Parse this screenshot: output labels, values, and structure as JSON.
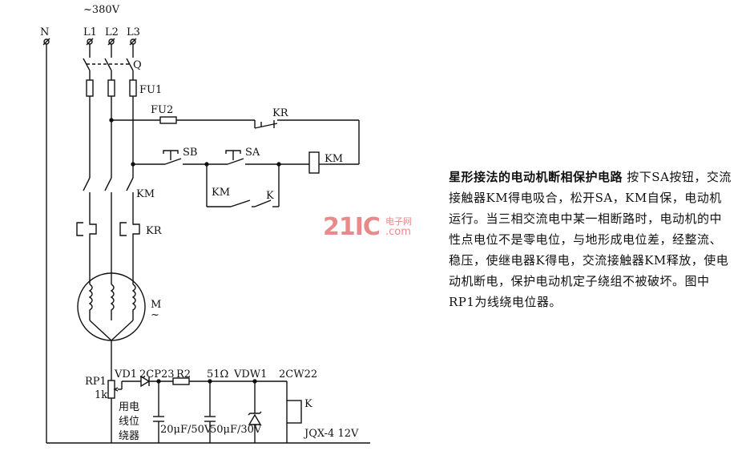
{
  "supply": {
    "voltage": "~380V",
    "n": "N",
    "l1": "L1",
    "l2": "L2",
    "l3": "L3"
  },
  "components": {
    "switch_q": "Q",
    "fuse1": "FU1",
    "fuse2": "FU2",
    "relay_kr_contact": "KR",
    "button_sb": "SB",
    "button_sa": "SA",
    "coil_km": "KM",
    "km_holding": "KM",
    "k_contact": "K",
    "km_main": "KM",
    "thermal_kr": "KR",
    "motor": "M",
    "motor_sym": "~",
    "rp1": "RP1",
    "rp1_val": "1k",
    "rp1_note": [
      "用电",
      "线位",
      "绕器"
    ],
    "vd1": "VD1",
    "vd1_type": "2CP23",
    "r2": "R2",
    "r2_val": "51Ω",
    "c1": "20μF/50V",
    "c2": "50μF/30V",
    "vdw1": "VDW1",
    "vdw1_type": "2CW22",
    "relay_k": "K",
    "relay_k_type": "JQX-4 12V"
  },
  "description": {
    "title": "星形接法的电动机断相保护电路",
    "body": "按下SA按钮，交流接触器KM得电吸合，松开SA，KM自保，电动机运行。当三相交流电中某一相断路时，电动机的中性点电位不是零电位，与地形成电位差，经整流、稳压，使继电器K得电，交流接触器KM释放，使电动机断电，保护电动机定子绕组不被破坏。图中RP1为线绕电位器。"
  },
  "watermark": {
    "num": "21IC",
    "site": "电子网",
    "com": ".com"
  }
}
